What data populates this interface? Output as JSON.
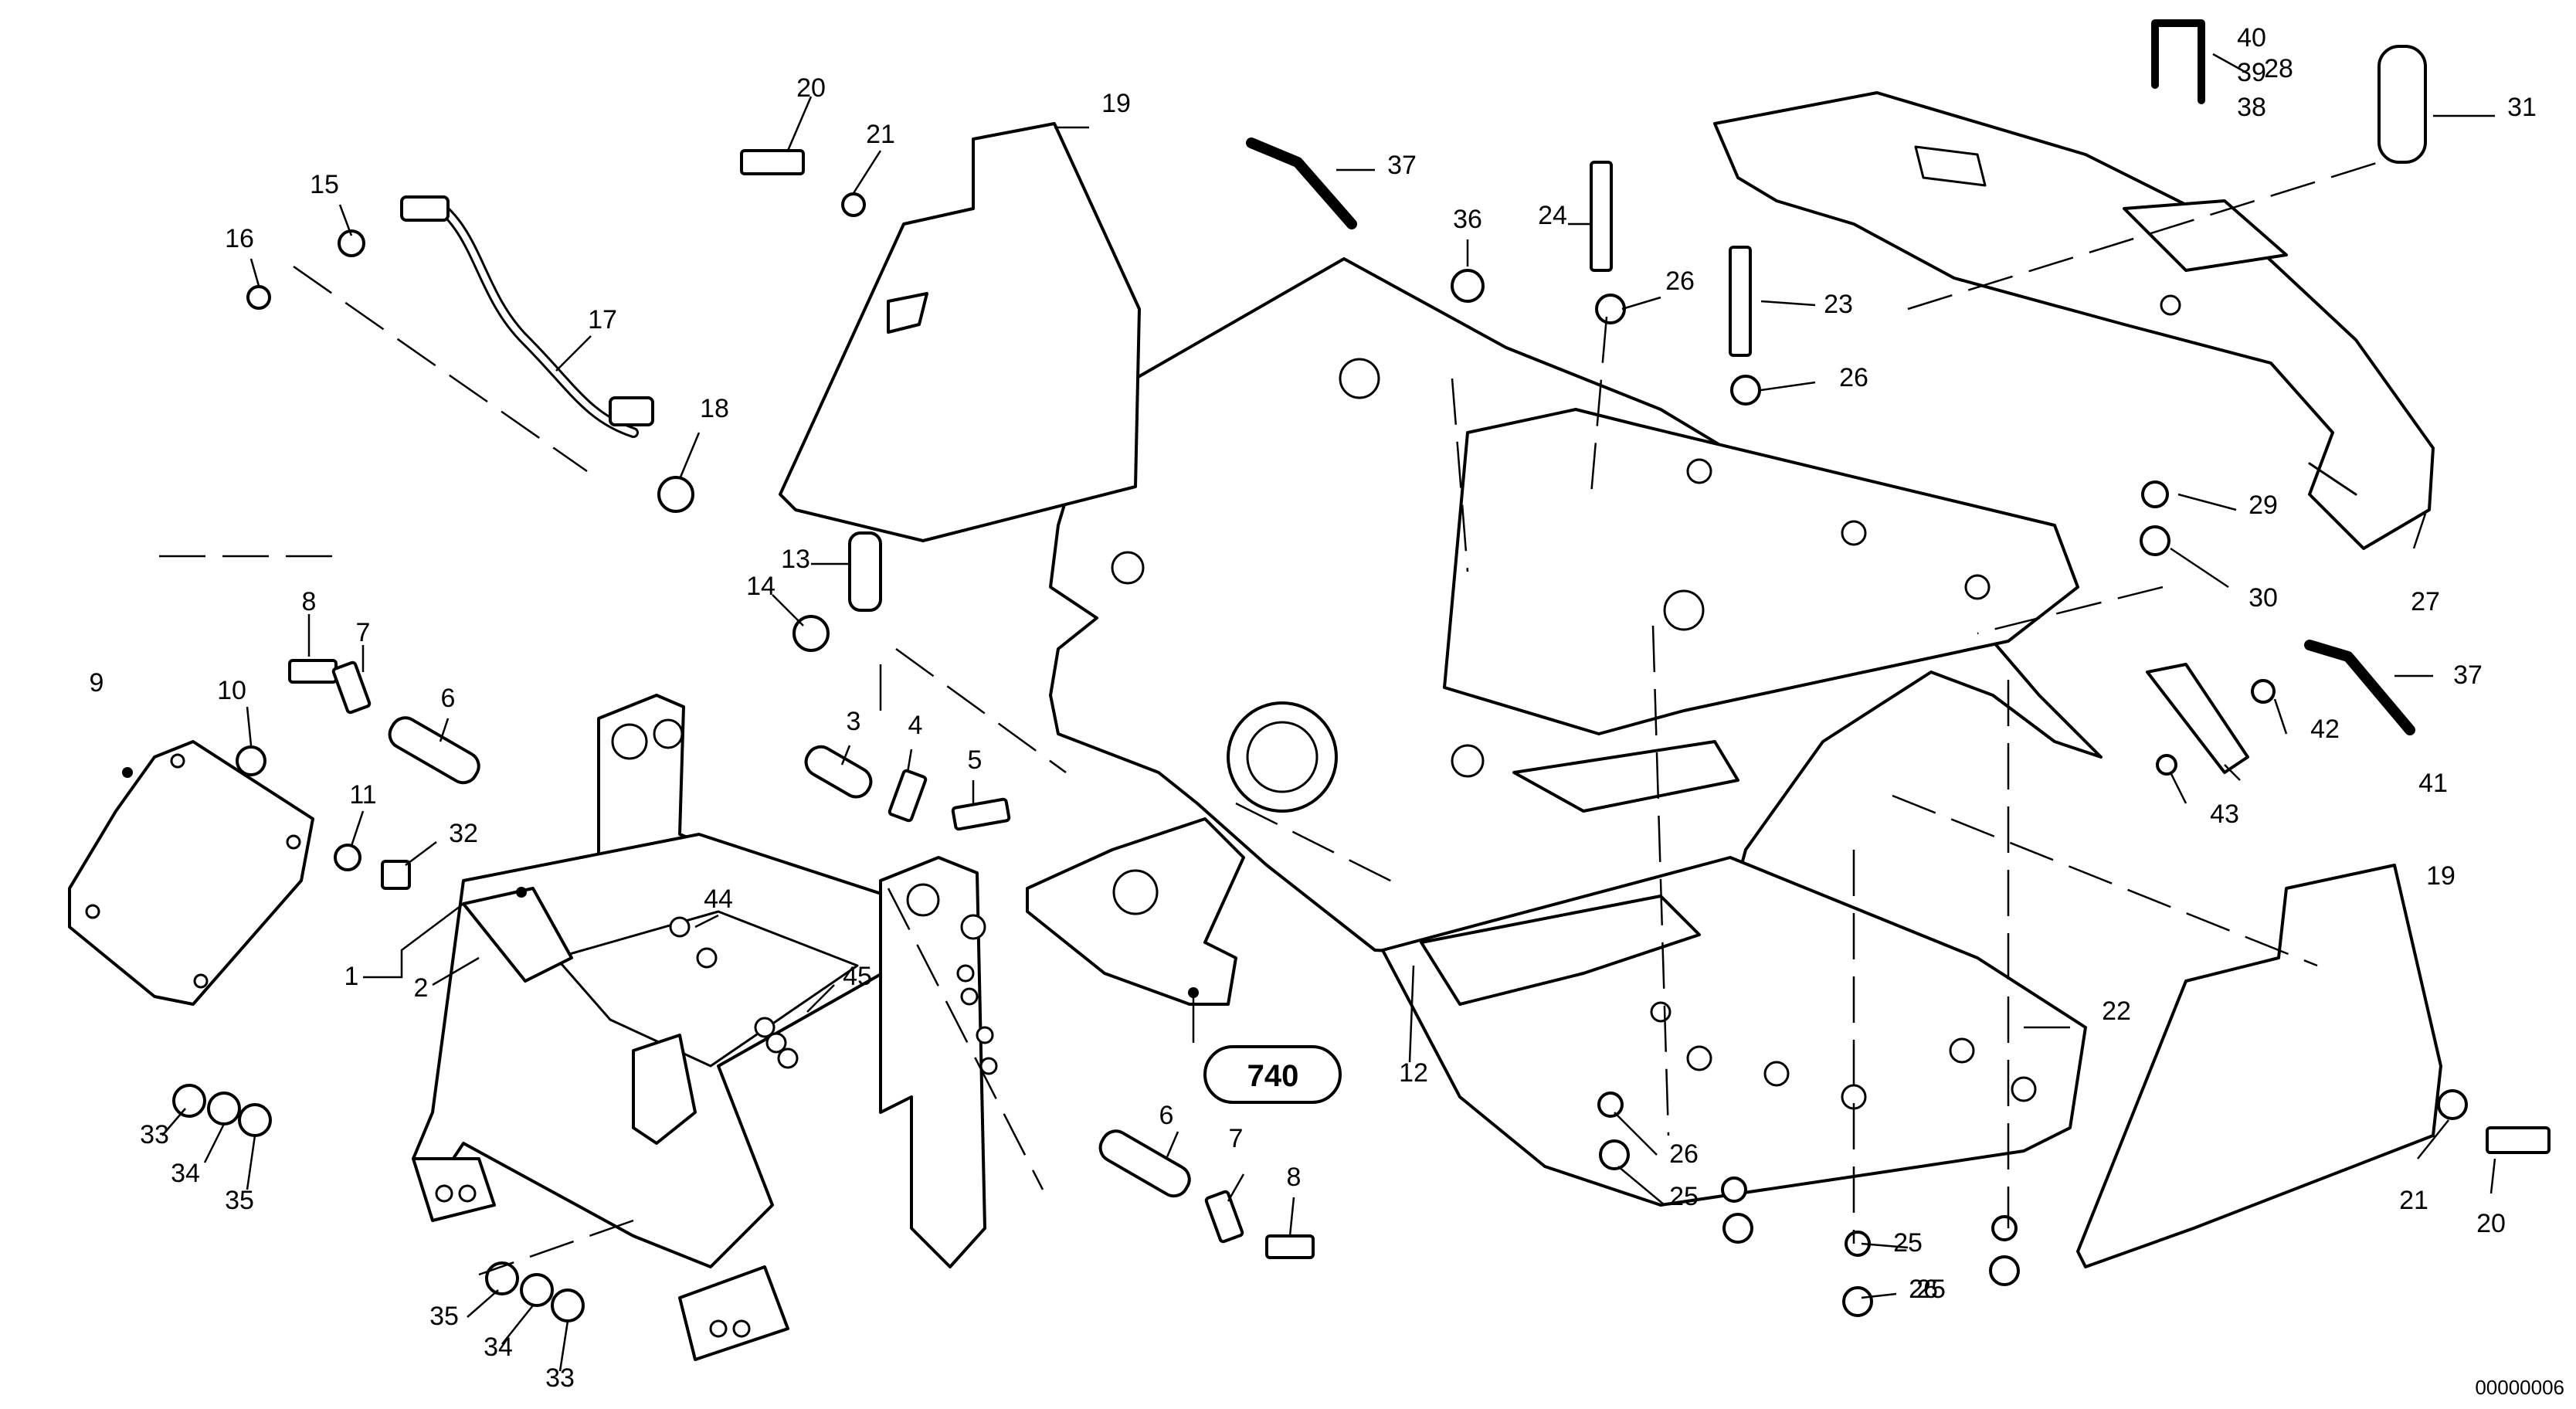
{
  "diagram": {
    "reference_tag": "740",
    "drawing_code": "00000006",
    "callouts": [
      "20",
      "21",
      "19",
      "15",
      "16",
      "17",
      "18",
      "37",
      "36",
      "24",
      "26",
      "23",
      "40",
      "39",
      "38",
      "28",
      "31",
      "29",
      "30",
      "27",
      "13",
      "14",
      "8",
      "7",
      "9",
      "10",
      "6",
      "11",
      "32",
      "3",
      "4",
      "5",
      "1",
      "2",
      "44",
      "45",
      "33",
      "34",
      "35",
      "12",
      "42",
      "41",
      "43",
      "19",
      "22",
      "25",
      "6",
      "7",
      "8",
      "35",
      "34",
      "33",
      "26",
      "25",
      "26",
      "25",
      "21",
      "20",
      "37",
      "26"
    ]
  }
}
